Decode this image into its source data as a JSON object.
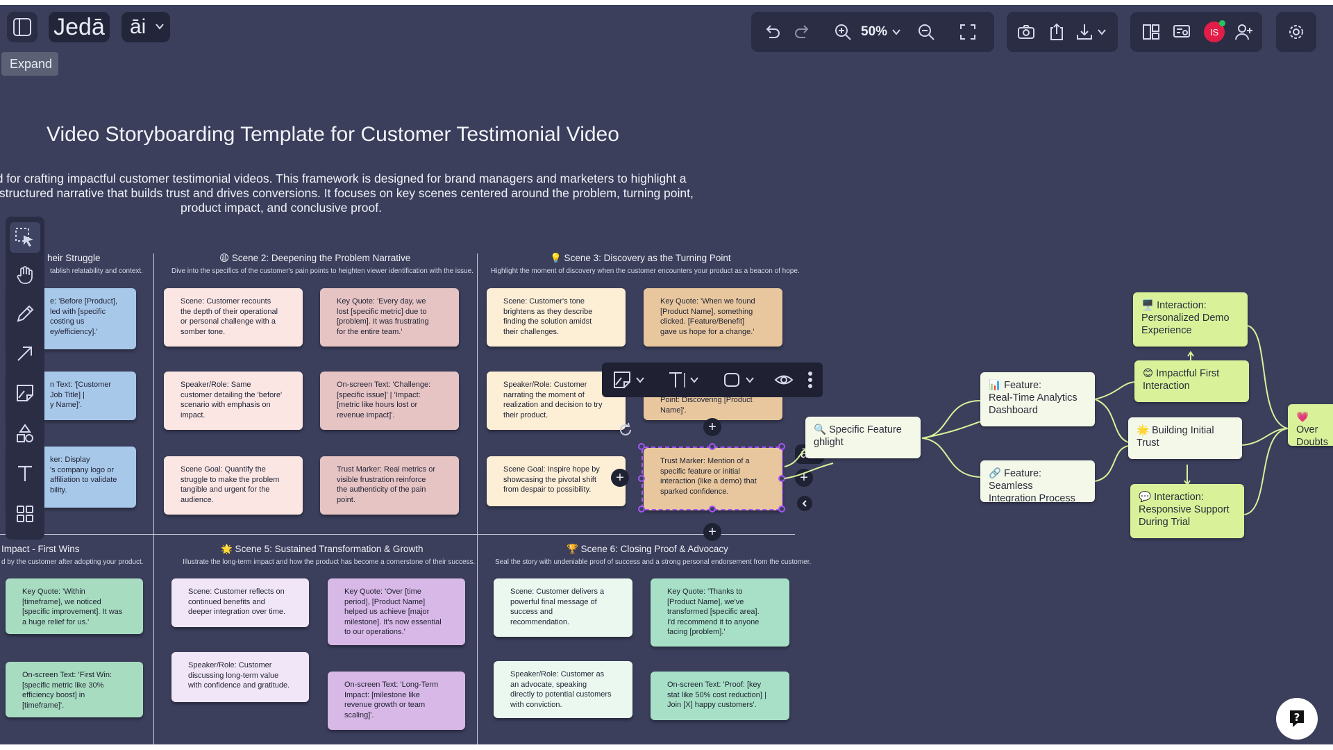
{
  "header": {
    "brand": "Jedā",
    "ai_label": "āi",
    "zoom": "50%",
    "tooltip": "Expand",
    "avatar_initials": "IS"
  },
  "board": {
    "title": "Video Storyboarding Template for Customer Testimonial Video",
    "description_line1": "arding template tailored for crafting impactful customer testimonial videos. This framework is designed for brand managers and marketers to highlight a",
    "description_line2": "enge to triumph using a structured narrative that builds trust and drives conversions. It focuses on key scenes centered around the problem, turning point,",
    "description_line3": "product impact, and conclusive proof."
  },
  "scenes": [
    {
      "title": "heir Struggle",
      "subtitle": "tablish relatability and context."
    },
    {
      "title": "😩 Scene 2: Deepening the Problem Narrative",
      "subtitle": "Dive into the specifics of the customer's pain points to heighten viewer identification with the issue."
    },
    {
      "title": "💡 Scene 3: Discovery as the Turning Point",
      "subtitle": "Highlight the moment of discovery when the customer encounters your product as a beacon of hope."
    },
    {
      "title": "Impact - First Wins",
      "subtitle": "d by the customer after adopting your product."
    },
    {
      "title": "🌟 Scene 5: Sustained Transformation & Growth",
      "subtitle": "Illustrate the long-term impact and how the product has become a cornerstone of their success."
    },
    {
      "title": "🏆 Scene 6: Closing Proof & Advocacy",
      "subtitle": "Seal the story with undeniable proof of success and a strong personal endorsement from the customer."
    }
  ],
  "cards": {
    "s1_a": "e: 'Before [Product],\nled with [specific\ncosting us\ney/efficiency].'",
    "s1_b": "n Text: '[Customer\nJob Title] |\ny Name]'.",
    "s1_c": "ker: Display\n's company logo or\naffiliation to validate\nbility.",
    "s2_a": "Scene: Customer recounts\nthe depth of their operational\nor personal challenge with a\nsomber tone.",
    "s2_b": "Key Quote: 'Every day, we\nlost [specific metric] due to\n[problem]. It was frustrating\nfor the entire team.'",
    "s2_c": "Speaker/Role: Same\ncustomer detailing the 'before'\nscenario with emphasis on\nimpact.",
    "s2_d": "On-screen Text: 'Challenge:\n[specific issue]' | 'Impact:\n[metric like hours lost or\nrevenue impact]'.",
    "s2_e": "Scene Goal: Quantify the\nstruggle to make the problem\ntangible and urgent for the\naudience.",
    "s2_f": "Trust Marker: Real metrics or\nvisible frustration reinforce\nthe authenticity of the pain\npoint.",
    "s3_a": "Scene: Customer's tone\nbrightens as they describe\nfinding the solution amidst\ntheir challenges.",
    "s3_b": "Key Quote: 'When we found\n[Product Name], something\nclicked. [Feature/Benefit]\ngave us hope for a change.'",
    "s3_c": "Speaker/Role: Customer\nnarrating the moment of\nrealization and decision to try\ntheir product.",
    "s3_d": "Point: Discovering [Product\nName]'.",
    "s3_e": "Scene Goal: Inspire hope by\nshowcasing the pivotal shift\nfrom despair to possibility.",
    "s3_f": "Trust Marker: Mention of a\nspecific feature or initial\ninteraction (like a demo) that\nsparked confidence.",
    "s4_a": "Key Quote: 'Within\n[timeframe], we noticed\n[specific improvement]. It was\na huge relief for us.'",
    "s4_b": "On-screen Text: 'First Win:\n[specific metric like 30%\nefficiency boost] in\n[timeframe]'.",
    "s5_a": "Scene: Customer reflects on\ncontinued benefits and\ndeeper integration over time.",
    "s5_b": "Key Quote: 'Over [time\nperiod], [Product Name]\nhelped us achieve [major\nmilestone]. It's now essential\nto our operations.'",
    "s5_c": "Speaker/Role: Customer\ndiscussing long-term value\nwith confidence and gratitude.",
    "s5_d": "On-screen Text: 'Long-Term\nImpact: [milestone like\nrevenue growth or team\nscaling]'.",
    "s6_a": "Scene: Customer delivers a\npowerful final message of\nsuccess and\nrecommendation.",
    "s6_b": "Key Quote: 'Thanks to\n[Product Name], we've\ntransformed [specific area].\nI'd recommend it to anyone\nfacing [problem].'",
    "s6_c": "Speaker/Role: Customer as\nan advocate, speaking\ndirectly to potential customers\nwith conviction.",
    "s6_d": "On-screen Text: 'Proof: [key\nstat like 50% cost reduction] |\nJoin [X] happy customers'."
  },
  "mindmap": {
    "n_specific": "🔍 Specific Feature\nghlight",
    "n_analytics": "📊 Feature:\nReal-Time Analytics\nDashboard",
    "n_integration": "🔗 Feature: Seamless\nIntegration Process",
    "n_demo": "🖥️ Interaction:\nPersonalized Demo\nExperience",
    "n_first": "😊 Impactful First\nInteraction",
    "n_trust": "🌟 Building Initial\nTrust",
    "n_support": "💬 Interaction:\nResponsive Support\nDuring Trial",
    "n_over": "💗 Over\nDoubts",
    "ai_chip": "āi+"
  },
  "colors": {
    "canvas": "#3b3f5c",
    "toolbar": "#2a2d44",
    "s1": "#a8c8ea",
    "s2a": "#fbe6e4",
    "s2b": "#e6c4c4",
    "s3a": "#fdeed6",
    "s3b": "#e8c79e",
    "s4": "#a8dcc0",
    "s5a": "#f1e6f7",
    "s5b": "#d8b8e6",
    "s6a": "#eaf8ef",
    "s6b": "#a7e0c6",
    "node_light": "#f4f8e9",
    "node_green": "#d9f29a",
    "selection": "#a855f7"
  }
}
